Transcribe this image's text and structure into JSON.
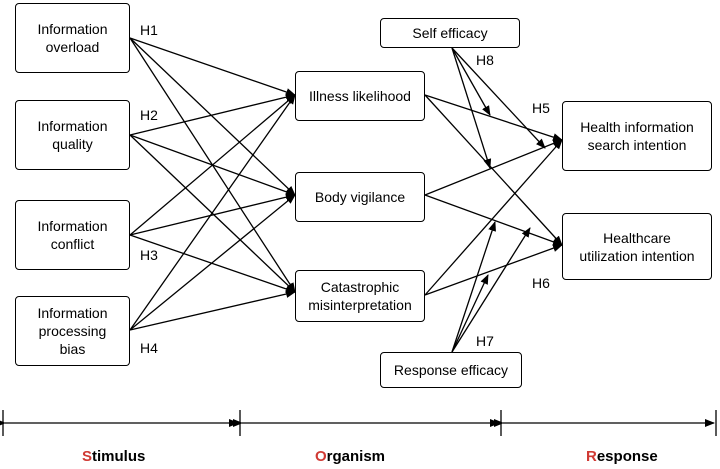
{
  "nodes": {
    "info_overload": "Information\noverload",
    "info_quality": "Information\nquality",
    "info_conflict": "Information\nconflict",
    "info_bias": "Information\nprocessing\nbias",
    "illness": "Illness likelihood",
    "vigilance": "Body vigilance",
    "catastrophic": "Catastrophic\nmisinterpretation",
    "self_efficacy": "Self efficacy",
    "response_efficacy": "Response efficacy",
    "search_intention": "Health information\nsearch intention",
    "utilization_intention": "Healthcare\nutilization intention"
  },
  "hypotheses": {
    "h1": "H1",
    "h2": "H2",
    "h3": "H3",
    "h4": "H4",
    "h5": "H5",
    "h6": "H6",
    "h7": "H7",
    "h8": "H8"
  },
  "stages": {
    "stimulus": {
      "first": "S",
      "rest": "timulus"
    },
    "organism": {
      "first": "O",
      "rest": "rganism"
    },
    "response": {
      "first": "R",
      "rest": "esponse"
    }
  },
  "colors": {
    "stage_initial": "#d03a34",
    "line": "#000000"
  }
}
